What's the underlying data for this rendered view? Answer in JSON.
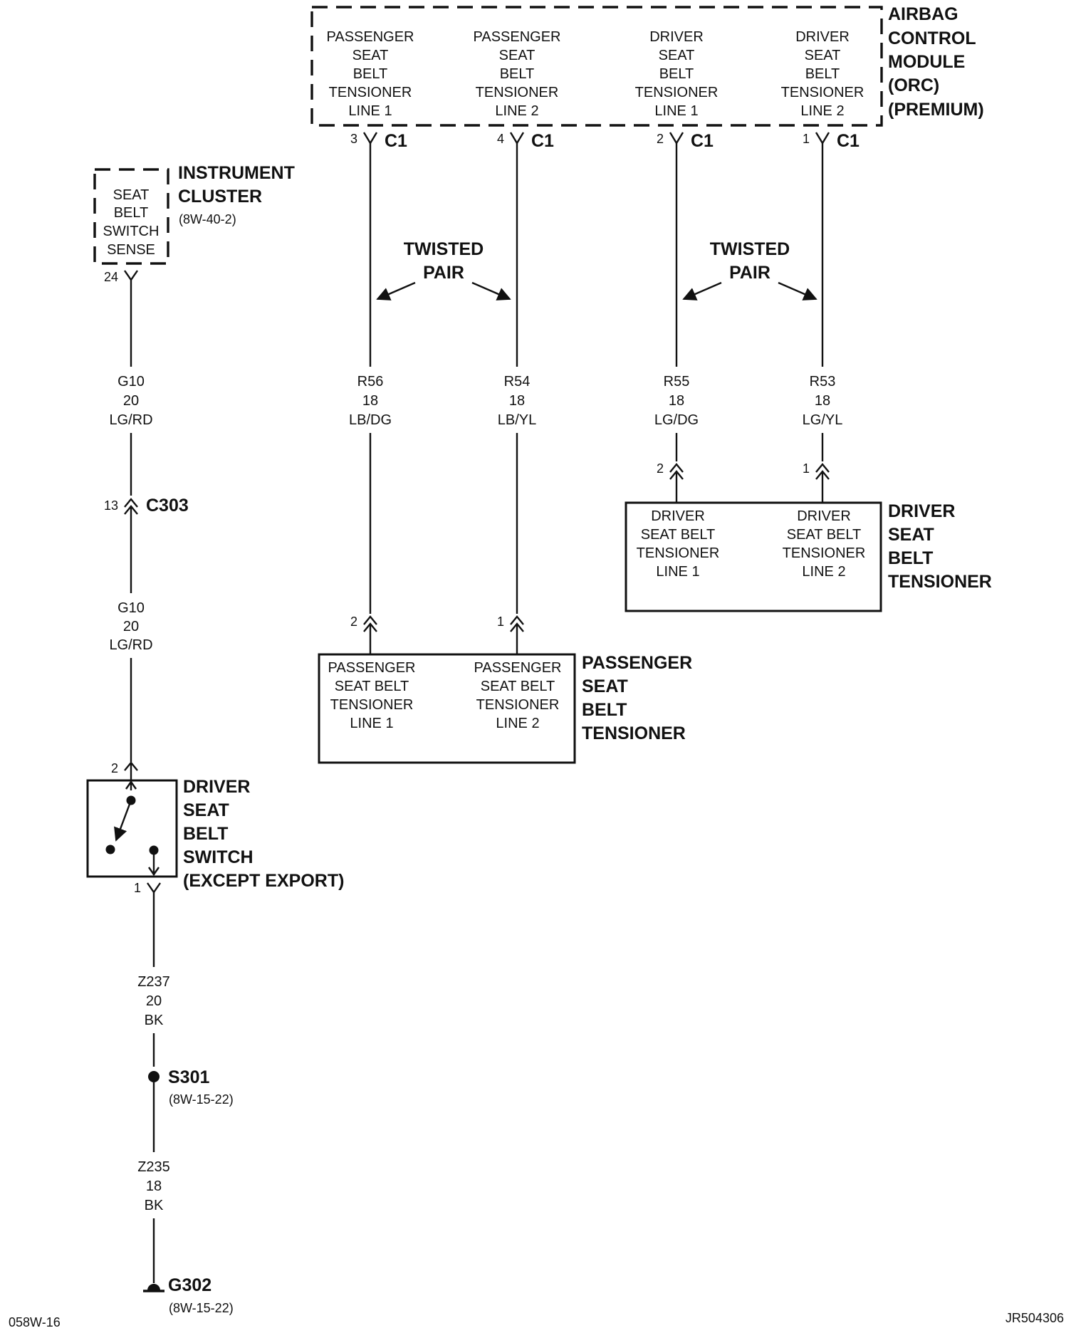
{
  "orc": {
    "title": [
      "AIRBAG",
      "CONTROL",
      "MODULE",
      "(ORC)",
      "(PREMIUM)"
    ],
    "pins": [
      {
        "label": [
          "PASSENGER",
          "SEAT",
          "BELT",
          "TENSIONER",
          "LINE 1"
        ],
        "cavity": "3",
        "connector": "C1"
      },
      {
        "label": [
          "PASSENGER",
          "SEAT",
          "BELT",
          "TENSIONER",
          "LINE 2"
        ],
        "cavity": "4",
        "connector": "C1"
      },
      {
        "label": [
          "DRIVER",
          "SEAT",
          "BELT",
          "TENSIONER",
          "LINE 1"
        ],
        "cavity": "2",
        "connector": "C1"
      },
      {
        "label": [
          "DRIVER",
          "SEAT",
          "BELT",
          "TENSIONER",
          "LINE 2"
        ],
        "cavity": "1",
        "connector": "C1"
      }
    ]
  },
  "twisted_pairs": [
    {
      "label": [
        "TWISTED",
        "PAIR"
      ]
    },
    {
      "label": [
        "TWISTED",
        "PAIR"
      ]
    }
  ],
  "circuits": {
    "r56": [
      "R56",
      "18",
      "LB/DG"
    ],
    "r54": [
      "R54",
      "18",
      "LB/YL"
    ],
    "r55": [
      "R55",
      "18",
      "LG/DG"
    ],
    "r53": [
      "R53",
      "18",
      "LG/YL"
    ],
    "g10_upper": [
      "G10",
      "20",
      "LG/RD"
    ],
    "g10_lower": [
      "G10",
      "20",
      "LG/RD"
    ],
    "z237": [
      "Z237",
      "20",
      "BK"
    ],
    "z235": [
      "Z235",
      "18",
      "BK"
    ]
  },
  "instrument_cluster": {
    "title": [
      "INSTRUMENT",
      "CLUSTER"
    ],
    "ref": "(8W-40-2)",
    "pin_label": [
      "SEAT",
      "BELT",
      "SWITCH",
      "SENSE"
    ],
    "cavity": "24"
  },
  "c303": {
    "cavity": "13",
    "name": "C303"
  },
  "driver_tensioner": {
    "title": [
      "DRIVER",
      "SEAT",
      "BELT",
      "TENSIONER"
    ],
    "pins": [
      {
        "label": [
          "DRIVER",
          "SEAT BELT",
          "TENSIONER",
          "LINE 1"
        ],
        "cavity": "2"
      },
      {
        "label": [
          "DRIVER",
          "SEAT BELT",
          "TENSIONER",
          "LINE 2"
        ],
        "cavity": "1"
      }
    ]
  },
  "passenger_tensioner": {
    "title": [
      "PASSENGER",
      "SEAT",
      "BELT",
      "TENSIONER"
    ],
    "pins": [
      {
        "label": [
          "PASSENGER",
          "SEAT BELT",
          "TENSIONER",
          "LINE 1"
        ],
        "cavity": "2"
      },
      {
        "label": [
          "PASSENGER",
          "SEAT BELT",
          "TENSIONER",
          "LINE 2"
        ],
        "cavity": "1"
      }
    ]
  },
  "seat_belt_switch": {
    "title": [
      "DRIVER",
      "SEAT",
      "BELT",
      "SWITCH",
      "(EXCEPT EXPORT)"
    ],
    "cavity_top": "2",
    "cavity_bottom": "1"
  },
  "s301": {
    "name": "S301",
    "ref": "(8W-15-22)"
  },
  "g302": {
    "name": "G302",
    "ref": "(8W-15-22)"
  },
  "footer": {
    "left": "058W-16",
    "right": "JR504306"
  }
}
